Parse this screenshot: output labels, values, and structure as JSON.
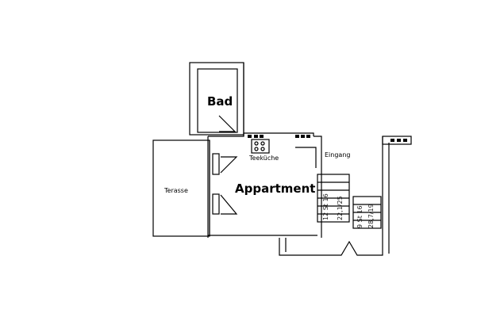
{
  "rooms": {
    "bad": "Bad",
    "appartment": "Appartment",
    "teekuche": "Teeküche",
    "eingang": "Eingang",
    "terasse": "Terasse"
  },
  "stairs": {
    "note_1": "12 St 16",
    "note_2": "22,1/25",
    "note_3": "9 St 16",
    "note_4": "28,7/19"
  }
}
